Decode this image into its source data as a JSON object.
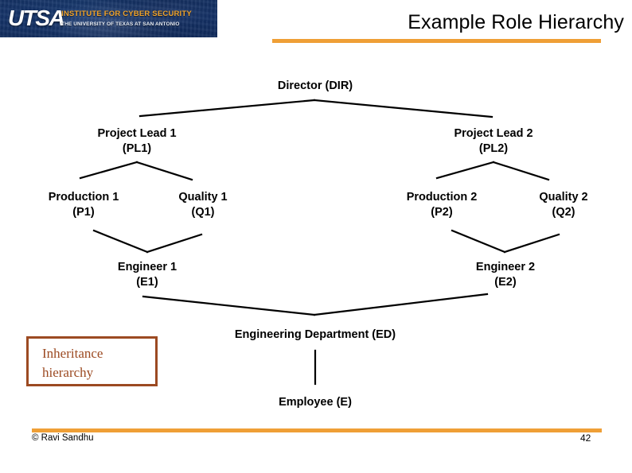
{
  "banner": {
    "logo": "UTSA",
    "title": "INSTITUTE FOR CYBER SECURITY",
    "subtitle": "THE UNIVERSITY OF TEXAS AT SAN ANTONIO",
    "bg_color": "#15386e",
    "title_color": "#f0a32a"
  },
  "header": {
    "title": "Example Role Hierarchy",
    "rule_color": "#ef9f36"
  },
  "diagram": {
    "type": "role-hierarchy-tree",
    "line_color": "#000000",
    "nodes": [
      {
        "id": "DIR",
        "label": "Director (DIR)",
        "line2": ""
      },
      {
        "id": "PL1",
        "label": "Project Lead 1",
        "line2": "(PL1)"
      },
      {
        "id": "PL2",
        "label": "Project Lead 2",
        "line2": "(PL2)"
      },
      {
        "id": "P1",
        "label": "Production 1",
        "line2": "(P1)"
      },
      {
        "id": "Q1",
        "label": "Quality 1",
        "line2": "(Q1)"
      },
      {
        "id": "P2",
        "label": "Production 2",
        "line2": "(P2)"
      },
      {
        "id": "Q2",
        "label": "Quality 2",
        "line2": "(Q2)"
      },
      {
        "id": "E1",
        "label": "Engineer 1",
        "line2": "(E1)"
      },
      {
        "id": "E2",
        "label": "Engineer 2",
        "line2": "(E2)"
      },
      {
        "id": "ED",
        "label": "Engineering Department  (ED)",
        "line2": ""
      },
      {
        "id": "E",
        "label": "Employee (E)",
        "line2": ""
      }
    ],
    "edges": [
      "DIR-PL1",
      "DIR-PL2",
      "PL1-P1",
      "PL1-Q1",
      "PL2-P2",
      "PL2-Q2",
      "P1-E1",
      "Q1-E1",
      "P2-E2",
      "Q2-E2",
      "E1-ED",
      "E2-ED",
      "ED-E"
    ]
  },
  "callout": {
    "line1": "Inheritance",
    "line2": "hierarchy",
    "color": "#9c4a22"
  },
  "footer": {
    "copyright": "© Ravi  Sandhu",
    "page_number": "42",
    "rule_color": "#ef9f36"
  }
}
